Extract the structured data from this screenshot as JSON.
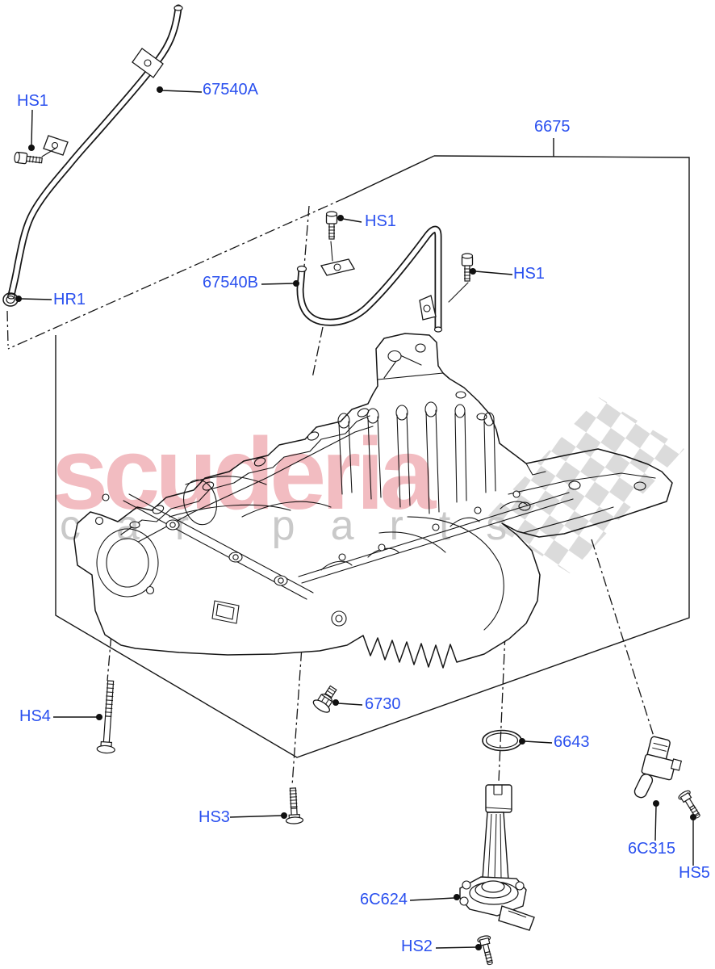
{
  "watermark": {
    "brand": "scuderia",
    "tagline": "car parts",
    "brand_color": "#f2bcc1",
    "tagline_color": "#c9c9c9",
    "flag_color": "#d7d7d7"
  },
  "diagram": {
    "description": "Exploded parts diagram of engine oil pan / oil level indicator assembly",
    "label_color": "#2a50ef",
    "line_color": "#161616",
    "labels": {
      "hs1_top": "HS1",
      "p67540a": "67540A",
      "p6675": "6675",
      "hs1_mid": "HS1",
      "hs1_right": "HS1",
      "p67540b": "67540B",
      "hr1": "HR1",
      "hs4": "HS4",
      "p6730": "6730",
      "hs3": "HS3",
      "p6643": "6643",
      "p6c315": "6C315",
      "hs5": "HS5",
      "p6c624": "6C624",
      "hs2": "HS2"
    }
  }
}
